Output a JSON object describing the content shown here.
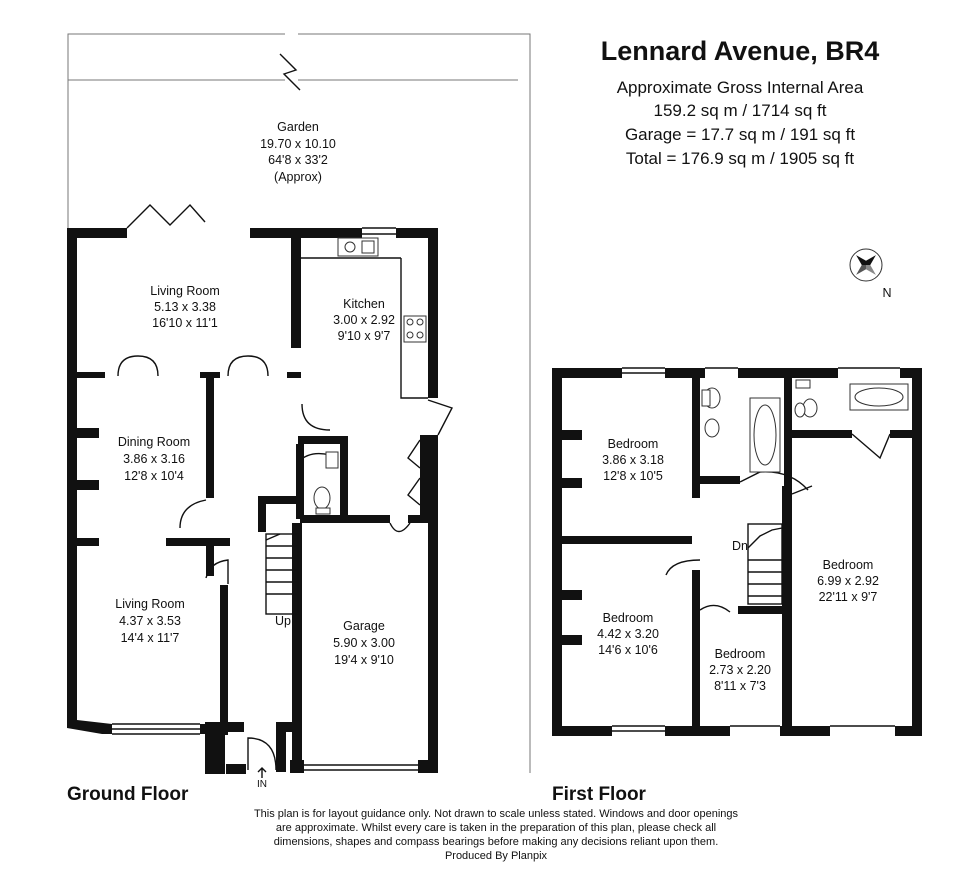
{
  "header": {
    "title": "Lennard Avenue, BR4",
    "area_lines": [
      "Approximate Gross Internal Area",
      "159.2 sq m / 1714 sq ft",
      "Garage = 17.7 sq m / 191 sq ft",
      "Total = 176.9 sq m / 1905 sq ft"
    ]
  },
  "compass": {
    "label": "N"
  },
  "ground_floor": {
    "label": "Ground Floor",
    "rooms": [
      {
        "id": "garden",
        "lines": [
          "Garden",
          "19.70 x 10.10",
          "64'8 x 33'2",
          "(Approx)"
        ]
      },
      {
        "id": "living-room-rear",
        "lines": [
          "Living Room",
          "5.13 x 3.38",
          "16'10 x 11'1"
        ]
      },
      {
        "id": "kitchen",
        "lines": [
          "Kitchen",
          "3.00 x 2.92",
          "9'10 x 9'7"
        ]
      },
      {
        "id": "dining-room",
        "lines": [
          "Dining Room",
          "3.86 x 3.16",
          "12'8 x 10'4"
        ]
      },
      {
        "id": "living-room-front",
        "lines": [
          "Living Room",
          "4.37 x 3.53",
          "14'4 x 11'7"
        ]
      },
      {
        "id": "garage",
        "lines": [
          "Garage",
          "5.90 x 3.00",
          "19'4 x 9'10"
        ]
      }
    ],
    "stairs_label": "Up",
    "entrance_label": "IN"
  },
  "first_floor": {
    "label": "First Floor",
    "rooms": [
      {
        "id": "bedroom-1",
        "lines": [
          "Bedroom",
          "3.86 x 3.18",
          "12'8 x 10'5"
        ]
      },
      {
        "id": "bedroom-2",
        "lines": [
          "Bedroom",
          "4.42 x 3.20",
          "14'6 x 10'6"
        ]
      },
      {
        "id": "bedroom-3",
        "lines": [
          "Bedroom",
          "2.73 x 2.20",
          "8'11 x 7'3"
        ]
      },
      {
        "id": "bedroom-4",
        "lines": [
          "Bedroom",
          "6.99 x 2.92",
          "22'11 x 9'7"
        ]
      }
    ],
    "stairs_label": "Dn"
  },
  "disclaimer": [
    "This plan is for layout guidance only. Not drawn to scale unless stated. Windows and door openings",
    "are approximate. Whilst every care is taken in the preparation of this plan, please check all",
    "dimensions, shapes and compass bearings before making any decisions reliant upon them.",
    "Produced By Planpix"
  ]
}
